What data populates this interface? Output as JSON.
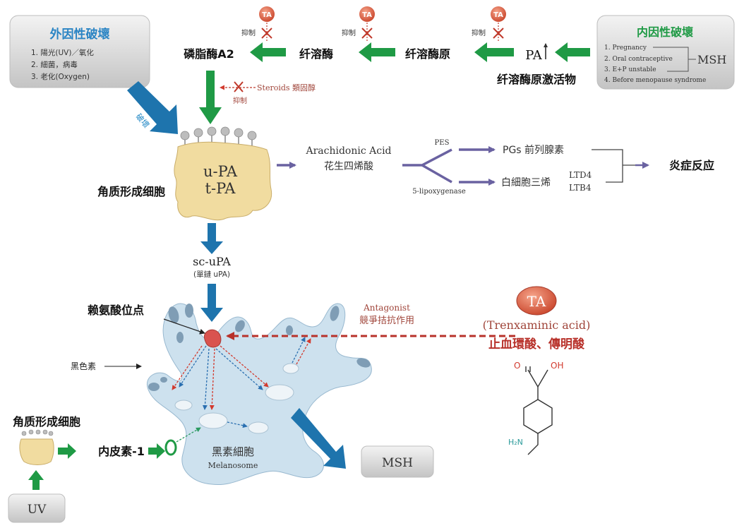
{
  "external_damage": {
    "title": "外因性破壞",
    "items": [
      "1. 陽光(UV)／氧化",
      "2. 細菌，病毒",
      "3. 老化(Oxygen)"
    ],
    "arrow_label": "破壞"
  },
  "internal_damage": {
    "title": "内因性破壞",
    "items": [
      "1. Pregnancy",
      "2. Oral contraceptive",
      "3. E+P unstable",
      "4. Before menopause syndrome"
    ],
    "msh": "MSH"
  },
  "top_chain": {
    "phospholipase": "磷脂酶A2",
    "plasmin": "纤溶酶",
    "plasminogen": "纤溶酶原",
    "pa": "PA",
    "pa_activator": "纤溶酶原激活物",
    "ta": "TA",
    "inhibit": "抑制",
    "steroids": "Steroids 類固醇"
  },
  "keratinocyte_main": {
    "label": "角质形成细胞",
    "upa": "u-PA",
    "tpa": "t-PA"
  },
  "inflammation": {
    "arachidonic_en": "Arachidonic Acid",
    "arachidonic_zh": "花生四烯酸",
    "pes": "PES",
    "lipoxygenase": "5-lipoxygenase",
    "pgs": "PGs 前列腺素",
    "leukotriene": "白細胞三烯",
    "ltd4": "LTD4",
    "ltb4": "LTB4",
    "result": "炎症反应"
  },
  "scupa": {
    "label": "sc-uPA",
    "sub": "(單鏈 uPA)"
  },
  "melanocyte": {
    "lysine_site": "赖氨酸位点",
    "melanin": "黑色素",
    "name_zh": "黑素細胞",
    "name_en": "Melanosome",
    "antagonist_en": "Antagonist",
    "antagonist_zh": "競爭拮抗作用",
    "msh": "MSH"
  },
  "ta_info": {
    "badge": "TA",
    "full_name": "(Trenxaminic acid)",
    "zh_name": "止血環酸、傳明酸",
    "formula_oh": "OH",
    "formula_o": "O",
    "formula_amine": "H₂N"
  },
  "bottom_left": {
    "keratinocyte": "角质形成细胞",
    "endothelin": "内皮素-1",
    "uv": "UV"
  },
  "colors": {
    "green": "#1f9a45",
    "blue": "#1e74ad",
    "purple": "#6a62a1",
    "red": "#c0392b",
    "cell": "#f1dca0",
    "melanocyte": "#cde1ee",
    "box_gray": "#cfcfcf"
  }
}
